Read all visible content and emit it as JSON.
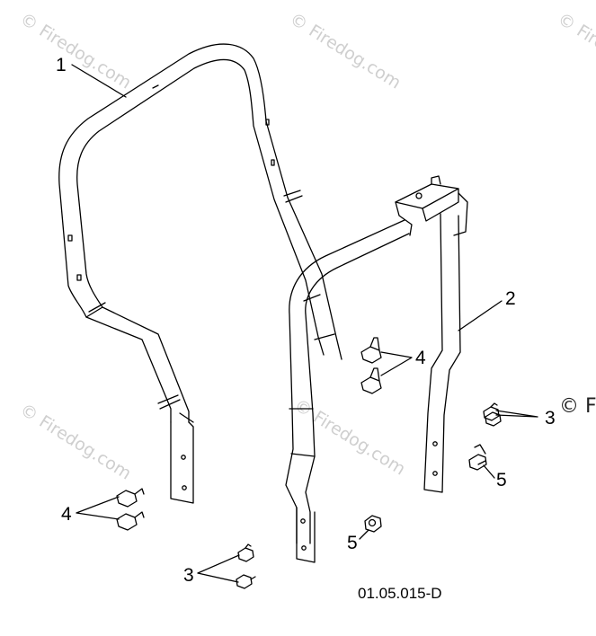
{
  "watermark": {
    "text": "© Firedog.com",
    "corner_text": "© Fi"
  },
  "callouts": {
    "part_1": "1",
    "part_2": "2",
    "part_3_right": "3",
    "part_3_bottom": "3",
    "part_4_middle": "4",
    "part_4_left": "4",
    "part_5_right": "5",
    "part_5_bottom": "5"
  },
  "diagram_code": "01.05.015-D"
}
